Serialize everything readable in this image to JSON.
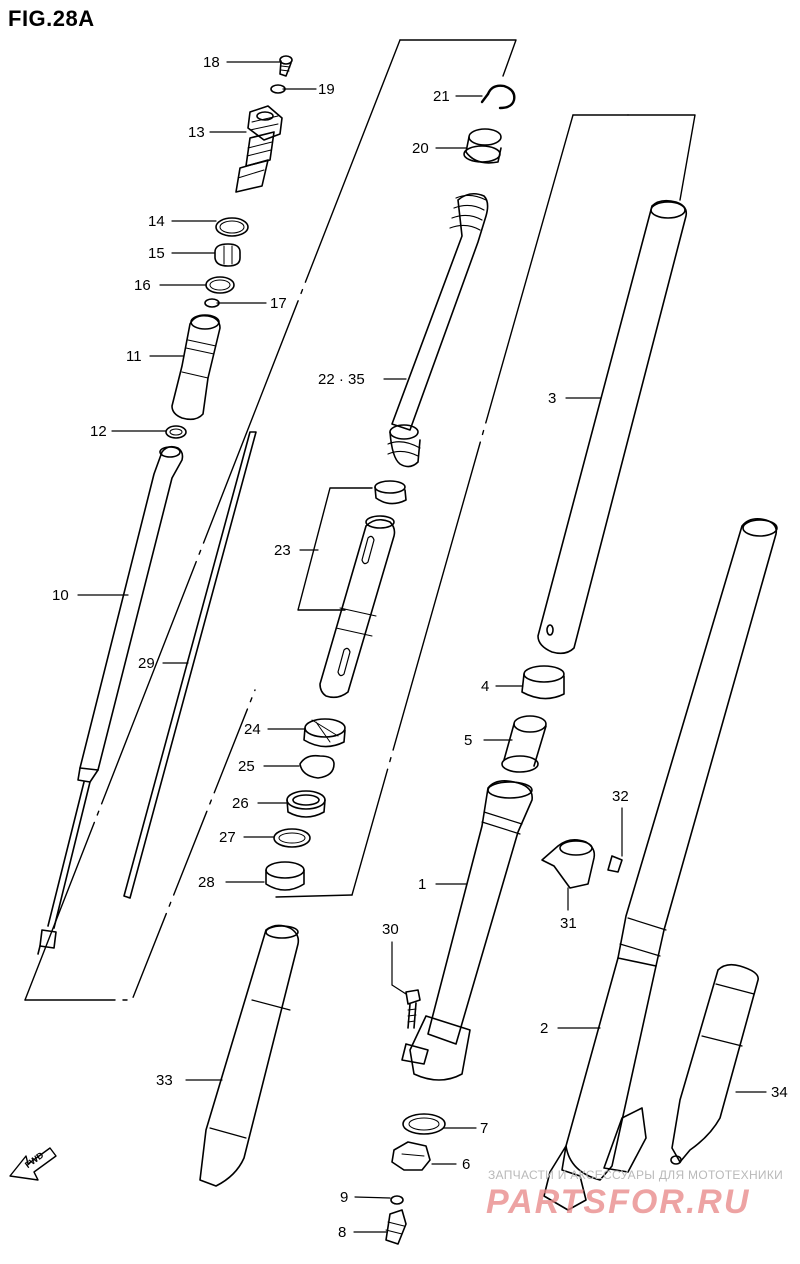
{
  "figure": {
    "title": "FIG.28A"
  },
  "callouts": {
    "c18": "18",
    "c19": "19",
    "c13": "13",
    "c14": "14",
    "c15": "15",
    "c16": "16",
    "c17": "17",
    "c11": "11",
    "c12": "12",
    "c10": "10",
    "c29": "29",
    "c21": "21",
    "c20": "20",
    "c22_35": "22 · 35",
    "c23": "23",
    "c24": "24",
    "c25": "25",
    "c26": "26",
    "c27": "27",
    "c28": "28",
    "c3": "3",
    "c4": "4",
    "c5": "5",
    "c32": "32",
    "c1": "1",
    "c31": "31",
    "c30": "30",
    "c2": "2",
    "c33": "33",
    "c34": "34",
    "c7": "7",
    "c6": "6",
    "c9": "9",
    "c8": "8"
  },
  "fwd_badge": "FWD",
  "watermark": {
    "line1": "ЗАПЧАСТИ И АКСЕССУАРЫ ДЛЯ МОТОТЕХНИКИ",
    "line2": "PARTSFOR.RU"
  },
  "colors": {
    "ink": "#000000",
    "watermark_text": "#e98a8a",
    "watermark_sub": "#b9b9b9"
  }
}
